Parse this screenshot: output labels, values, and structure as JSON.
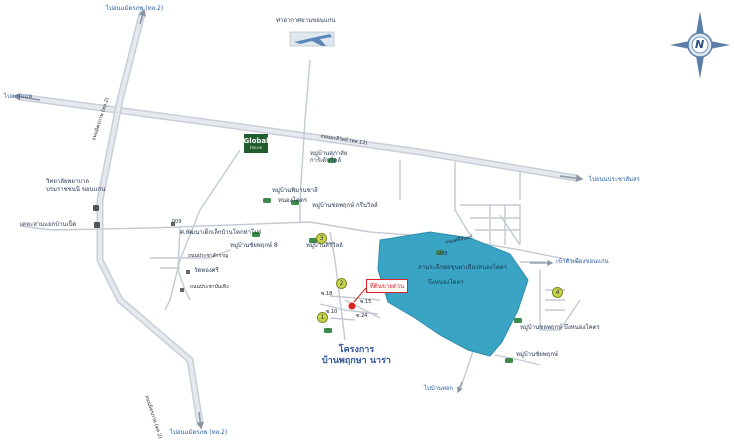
{
  "roads": {
    "north_top": "ไปอนแม้ดรภพ (ทล.2)",
    "south_bottom": "ไปอนแม้ดรภพ (ทล.2)",
    "west": "ไปอ.ชุมแพ",
    "east_main": "ไปถนนประชาสัมสร",
    "east_city": "เข้าตัวเมืองขอนแก่น",
    "south_east": "ไปบ้านทอก",
    "mittraphap": "ถนนมิตรภาพ (ทล.2)",
    "mali_road": "ถนนมะลิวัลย์ (ทล.12)",
    "lake_road": "ถนนศรีจันทร์",
    "soi_a": "ถนนประชาสำราญ",
    "soi_b": "ถนนประชาบันเทิง"
  },
  "places": {
    "airport": "ท่าอากาศยานขอนแก่น",
    "village_1": "หมู่บ้านสุภาลัย\nการ์เด้นวิลล์",
    "village_2": "หมู่บ้านพิมานชาลี",
    "village_2b": "หนองโคตร",
    "village_3": "หมู่บ้านชลพฤกษ์ กรีนวิลล์",
    "village_4": "หมู่บ้านชัยพฤกษ์ 8",
    "village_5": "หมู่บ้านสิริวิลล์",
    "village_6": "หมู่บ้านชลพฤกษ์ บึงหนองโคตร",
    "village_7": "หมู่บ้านชัยพฤกษ์",
    "college": "วิทยาลัยพยาบาล\nบรมราชชนนี ขอนแก่น",
    "market": "เคหะสามแยกบ้านเป็ด",
    "school": "ศ.พัฒนาเด็กเล็กบ้านโคกท่าโปร่",
    "temple": "วัดทองศรี",
    "lake_name": "บึงหนองโคตร",
    "lake_center": "ลานระลึกพ่อขุนผาเมืองหนองโคตร",
    "project_line1": "โครงการ",
    "project_line2": "บ้านพฤกษา นารา",
    "land": "ที่ดินขายด่วน",
    "lake_mark": "008",
    "km_marker": "009"
  },
  "badges": [
    "1",
    "2",
    "3",
    "4"
  ],
  "logo": {
    "title": "Global",
    "subtitle": "House"
  },
  "soi_labels": [
    "ซ.18",
    "ซ.15",
    "ซ.24",
    "ซ.10"
  ],
  "compass": {
    "letter": "N"
  },
  "colors": {
    "water": "#3aa4c4",
    "road": "#d6dbe2",
    "road_edge": "#b9c0ca",
    "accent_red": "#dd2222",
    "badge": "#c7d44a"
  }
}
